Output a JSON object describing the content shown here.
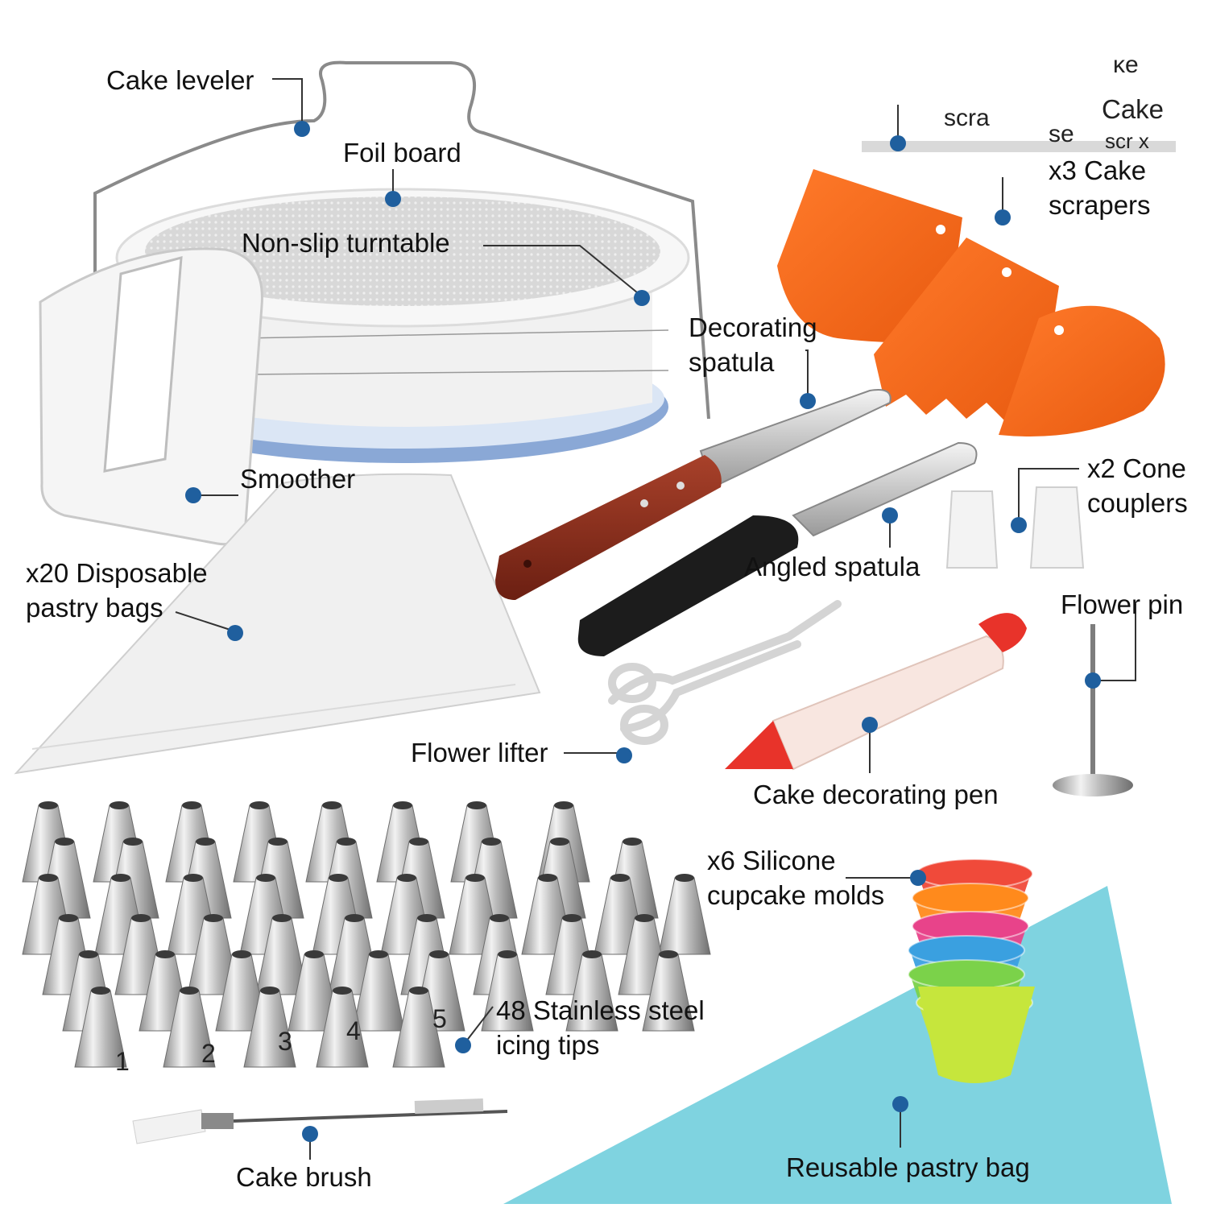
{
  "labels": {
    "cake_leveler": "Cake leveler",
    "foil_board": "Foil board",
    "non_slip_turntable": "Non-slip turntable",
    "decorating_spatula": [
      "Decorating",
      "spatula"
    ],
    "smoother": "Smoother",
    "disposable_bags": [
      "x20 Disposable",
      "pastry bags"
    ],
    "cake_scrapers": [
      "x3 Cake",
      "scrapers"
    ],
    "cone_couplers": [
      "x2 Cone",
      "couplers"
    ],
    "angled_spatula": "Angled spatula",
    "flower_pin": "Flower pin",
    "flower_lifter": "Flower lifter",
    "decorating_pen": "Cake decorating pen",
    "cupcake_molds": [
      "x6 Silicone",
      "cupcake molds"
    ],
    "icing_tips": [
      "48 Stainless steel",
      "icing tips"
    ],
    "cake_brush": "Cake brush",
    "reusable_bag": "Reusable pastry bag"
  },
  "tip_numbers": [
    "1",
    "2",
    "3",
    "4",
    "5"
  ],
  "ghost_text": {
    "top_e": "κe",
    "scra": "scra",
    "cake": "Cake",
    "se": "se",
    "scrx": "scr x"
  },
  "colors": {
    "marker": "#1f5f9e",
    "scraper": "#f26a1b",
    "reusable_bag": "#7fd3e0",
    "handle_wood": "#8a2e1c",
    "handle_black": "#1a1a1a",
    "pen_tip": "#e8332a",
    "molds": [
      "#f04a3a",
      "#ff8a1c",
      "#e8438a",
      "#3aa0e0",
      "#7bd24a",
      "#c6e63c"
    ]
  }
}
